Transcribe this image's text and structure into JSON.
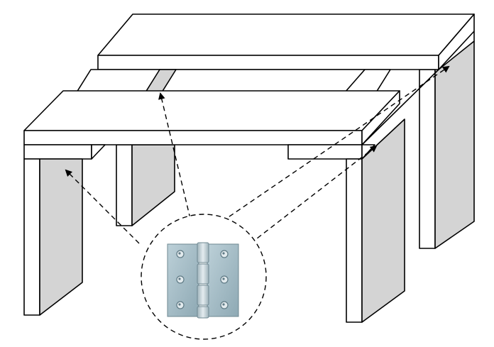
{
  "diagram": {
    "subject": "table-frame-with-hinge-detail",
    "colors": {
      "background": "#ffffff",
      "stroke": "#000000",
      "panel_fill": "#ffffff",
      "leg_shade": "#d4d4d4",
      "hinge_plate": "#a9c0c9",
      "hinge_plate_dark": "#7c98a3",
      "hinge_knuckle": "#c9d6db",
      "hinge_screw": "#dfe7ea"
    },
    "icons": [
      "door-hinge-icon",
      "screw-icon",
      "dashed-callout-circle",
      "dashed-arrow"
    ],
    "callout_arrow_count": 4,
    "hinge_screw_count": 6
  }
}
